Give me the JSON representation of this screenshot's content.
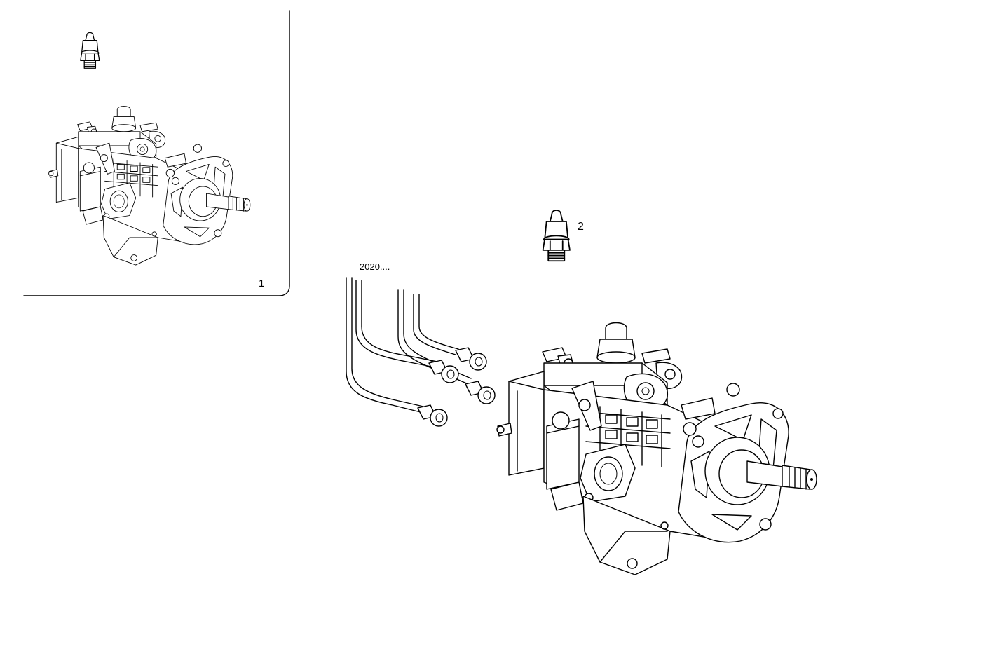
{
  "callouts": {
    "item_1": "1",
    "item_2": "2",
    "pipes_ref": "2020...."
  },
  "colors": {
    "line": "#000000",
    "background": "#ffffff"
  },
  "icons": [
    "fuel-injection-pump-drawing",
    "fuel-shutoff-solenoid-drawing",
    "injection-pipe-set-drawing",
    "assembly-frame"
  ]
}
